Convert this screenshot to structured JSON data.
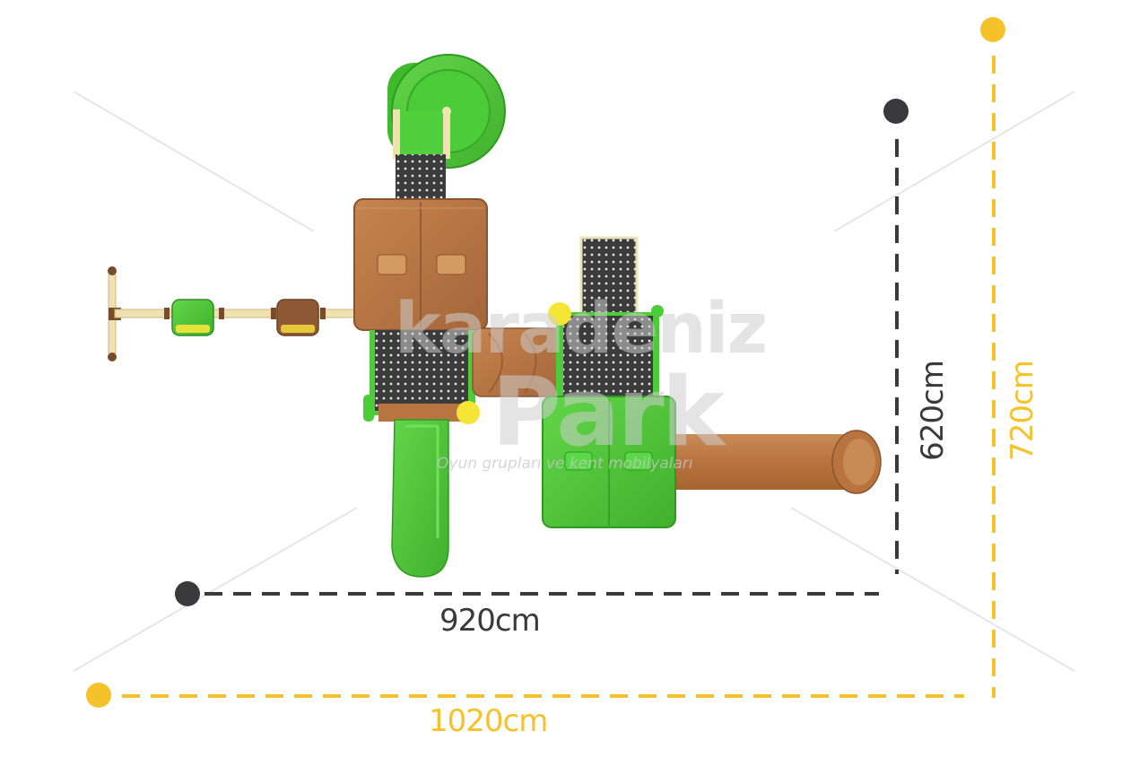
{
  "dimensions": {
    "inner_width": "920cm",
    "inner_depth": "620cm",
    "outer_width": "1020cm",
    "outer_depth": "720cm"
  },
  "watermark": {
    "brand_line1": "karadeniz",
    "brand_line2": "Park",
    "tagline": "Oyun grupları ve kent mobilyaları"
  },
  "colors": {
    "inner_dimension": "#3a3a3c",
    "outer_dimension": "#f6c22b",
    "green": "#4cc63a",
    "brown": "#b87542",
    "panel": "#3a3a3a",
    "accent_yellow": "#f5e636"
  }
}
